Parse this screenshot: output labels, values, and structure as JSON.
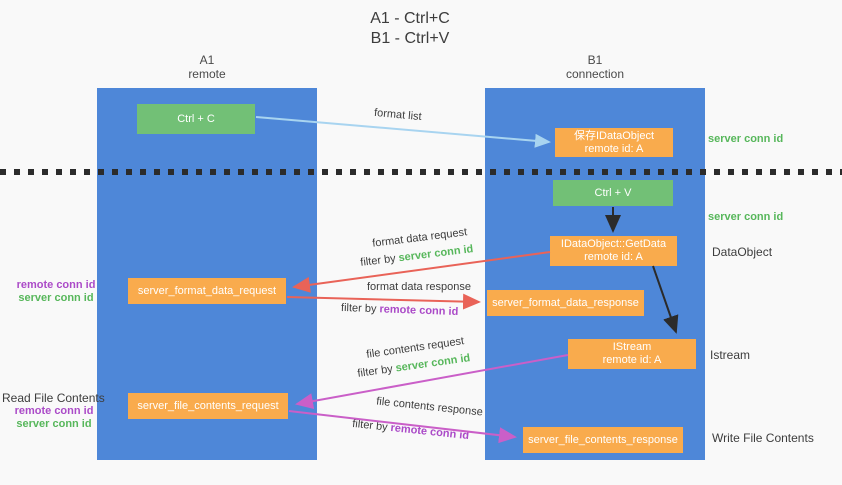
{
  "title": {
    "line1": "A1 - Ctrl+C",
    "line2": "B1 - Ctrl+V"
  },
  "columns": {
    "a": {
      "id": "A1",
      "label": "remote"
    },
    "b": {
      "id": "B1",
      "label": "connection"
    }
  },
  "nodes": {
    "ctrl_c": {
      "label": "Ctrl + C"
    },
    "save_idataobject": {
      "line1": "保存IDataObject",
      "line2": "remote id: A"
    },
    "ctrl_v": {
      "label": "Ctrl + V"
    },
    "getdata": {
      "line1": "IDataObject::GetData",
      "line2": "remote id: A"
    },
    "format_request": {
      "label": "server_format_data_request"
    },
    "format_response": {
      "label": "server_format_data_response"
    },
    "istream": {
      "line1": "IStream",
      "line2": "remote id: A"
    },
    "file_request": {
      "label": "server_file_contents_request"
    },
    "file_response": {
      "label": "server_file_contents_response"
    }
  },
  "side_labels": {
    "server_conn_id_top": "server conn id",
    "server_conn_id_mid": "server conn id",
    "dataobject": "DataObject",
    "istream": "Istream",
    "write_file": "Write File Contents",
    "read_file": "Read File Contents",
    "pair1": {
      "remote": "remote conn id",
      "server": "server conn id"
    },
    "pair2": {
      "remote": "remote conn id",
      "server": "server conn id"
    }
  },
  "arrows": {
    "format_list": {
      "label": "format list"
    },
    "format_data_request": {
      "label": "format data request",
      "filter_prefix": "filter by",
      "filter_id": "server conn id"
    },
    "format_data_response": {
      "label": "format data response",
      "filter_prefix": "filter by",
      "filter_id": "remote conn id"
    },
    "file_contents_request": {
      "label": "file contents request",
      "filter_prefix": "filter by",
      "filter_id": "server conn id"
    },
    "file_contents_response": {
      "label": "file contents response",
      "filter_prefix": "filter by",
      "filter_id": "remote conn id"
    }
  },
  "colors": {
    "column_blue": "#4e87d8",
    "button_green": "#72c076",
    "box_orange": "#f9ab4d",
    "green_text": "#57b75b",
    "purple_text": "#ab4bc8",
    "red_arrow": "#e96358",
    "magenta_arrow": "#ca5fc8",
    "lightblue_arrow": "#a8d4f0",
    "black_arrow": "#2b2b2b",
    "background": "#f9f9f9"
  }
}
